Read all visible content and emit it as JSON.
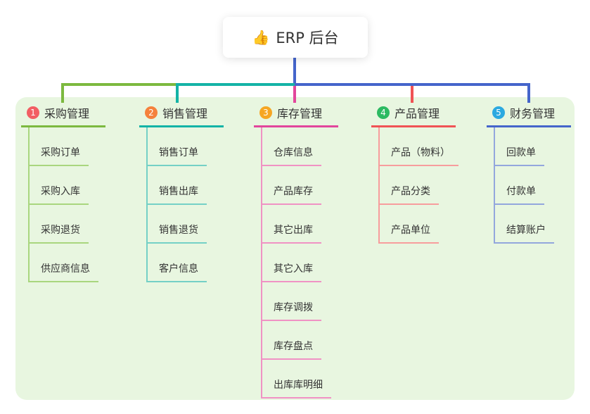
{
  "root": {
    "icon": "👍",
    "label": "ERP 后台",
    "line_color": "#4565cb"
  },
  "panel_color": "#e8f6e0",
  "branches": [
    {
      "num": "1",
      "title": "采购管理",
      "badge_color": "#f25e63",
      "line_color": "#7cb93f",
      "child_line_color": "#a9d67e",
      "children": [
        "采购订单",
        "采购入库",
        "采购退货",
        "供应商信息"
      ]
    },
    {
      "num": "2",
      "title": "销售管理",
      "badge_color": "#f5813c",
      "line_color": "#14b3a6",
      "child_line_color": "#74d0c6",
      "children": [
        "销售订单",
        "销售出库",
        "销售退货",
        "客户信息"
      ]
    },
    {
      "num": "3",
      "title": "库存管理",
      "badge_color": "#f6a623",
      "line_color": "#e2469c",
      "child_line_color": "#f092c4",
      "children": [
        "仓库信息",
        "产品库存",
        "其它出库",
        "其它入库",
        "库存调拨",
        "库存盘点",
        "出库库明细"
      ]
    },
    {
      "num": "4",
      "title": "产品管理",
      "badge_color": "#2cba62",
      "line_color": "#f05355",
      "child_line_color": "#f79d9d",
      "children": [
        "产品（物料）",
        "产品分类",
        "产品单位"
      ]
    },
    {
      "num": "5",
      "title": "财务管理",
      "badge_color": "#2ba9e0",
      "line_color": "#4565cb",
      "child_line_color": "#93a7dd",
      "children": [
        "回款单",
        "付款单",
        "结算账户"
      ]
    }
  ]
}
